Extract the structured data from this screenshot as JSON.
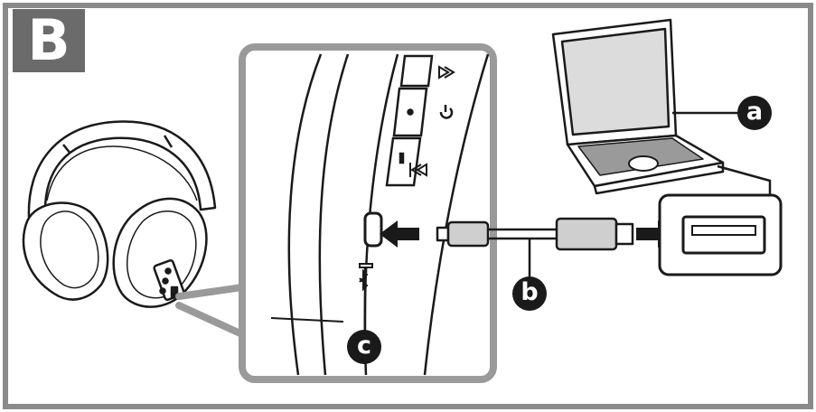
{
  "section": {
    "label": "B"
  },
  "callouts": {
    "a": "a",
    "b": "b",
    "c": "c"
  },
  "colors": {
    "frame": "#8a8a8a",
    "label_bg": "#6b6b6b",
    "ink": "#1a1a1a",
    "screen": "#dcdcdc",
    "cable": "#cfcfcf"
  }
}
